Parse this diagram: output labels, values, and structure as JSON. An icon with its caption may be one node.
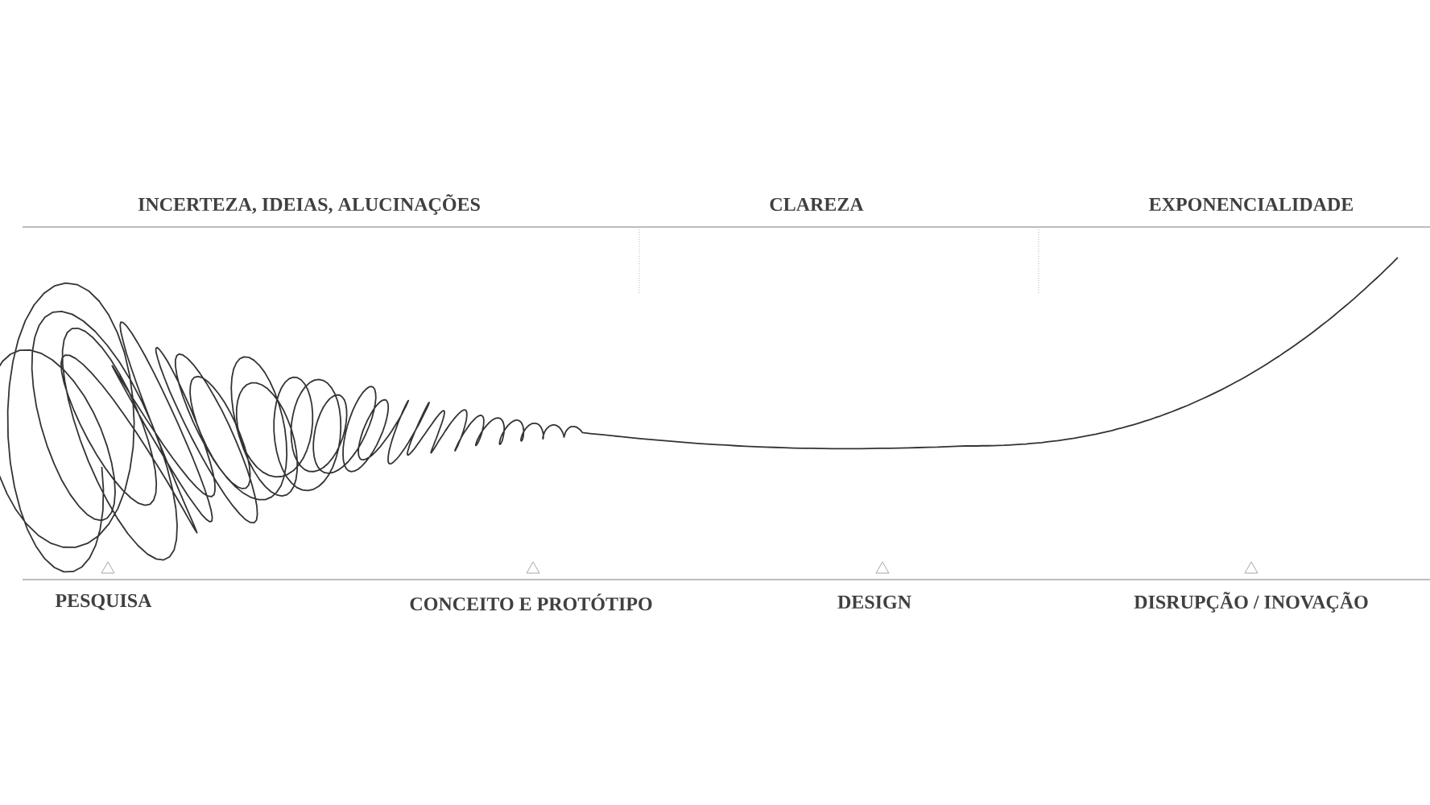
{
  "diagram": {
    "labels": [
      "INCERTEZA, IDEIAS, ALUCINAÇÕES",
      "CLAREZA",
      "EXPONENCIALIDADE",
      "PESQUISA",
      "CONCEITO E PROTÓTIPO",
      "DESIGN",
      "DISRUPÇÃO / INOVAÇÃO"
    ]
  }
}
